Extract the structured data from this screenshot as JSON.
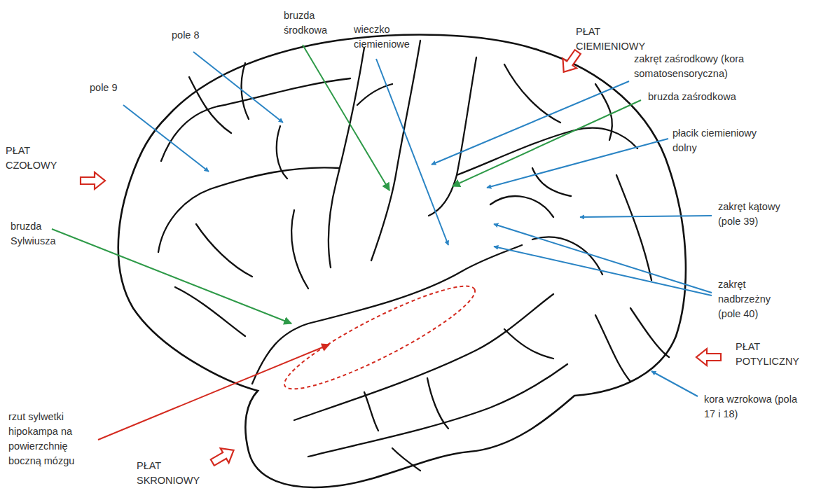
{
  "diagram": {
    "labels": [
      "pole 8",
      "bruzda środkowa",
      "wieczko ciemieniowe",
      "PŁAT CIEMIENIOWY",
      "pole 9",
      "zakręt zaśrodkowy (kora somatosensoryczna)",
      "bruzda zaśrodkowa",
      "PŁAT CZOŁOWY",
      "płacik ciemieniowy dolny",
      "bruzda Sylwiusza",
      "zakręt kątowy (pole 39)",
      "zakręt nadbrzeżny (pole 40)",
      "PŁAT POTYLICZNY",
      "kora wzrokowa (pola 17 i 18)",
      "rzut sylwetki hipokampa na powierzchnię boczną mózgu",
      "PŁAT SKRONIOWY"
    ]
  }
}
